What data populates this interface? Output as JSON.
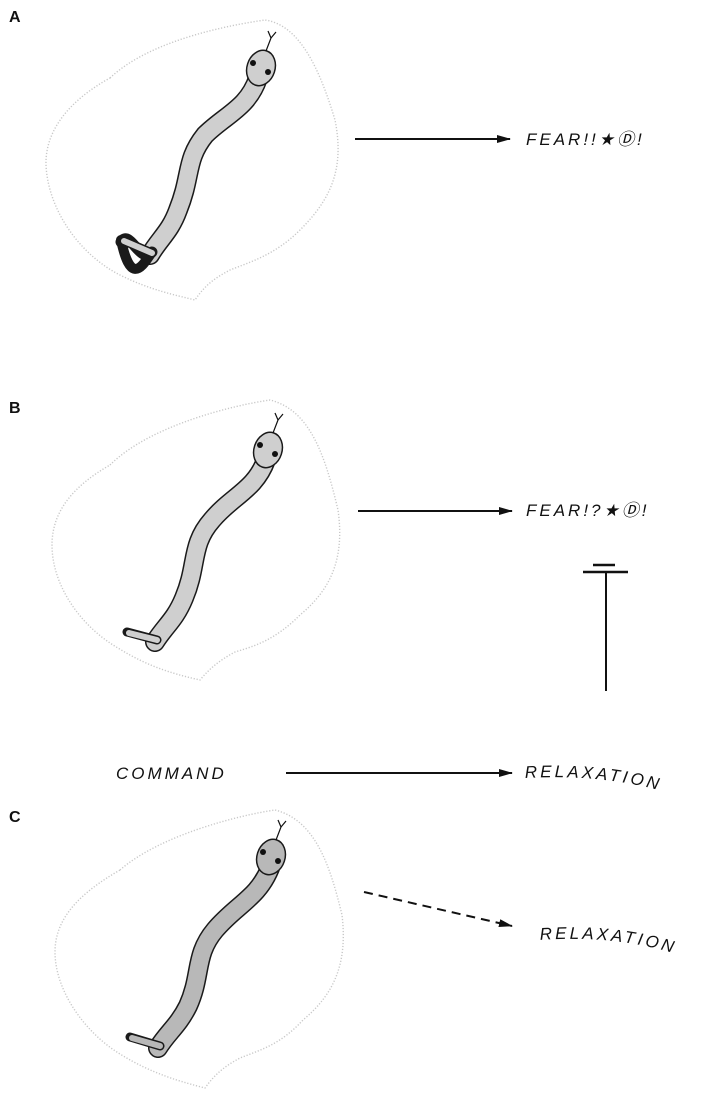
{
  "panels": [
    {
      "letter": "A",
      "stimulus": "snake",
      "response": "FEAR!!★Ⓓ!",
      "arrow_style": "solid"
    },
    {
      "letter": "B",
      "stimulus": "snake",
      "response": "FEAR!?★Ⓓ!",
      "arrow_style": "solid",
      "command_label": "COMMAND",
      "relaxation_label": "RELAXATION",
      "inhibition": "relaxation inhibits fear"
    },
    {
      "letter": "C",
      "stimulus": "snake",
      "response": "RELAXATION",
      "arrow_style": "dashed"
    }
  ],
  "colors": {
    "ink": "#111111",
    "snake_fill": "#cfcfcf",
    "shadow": "#c8c8c8"
  },
  "icons": {
    "snake": "snake-icon",
    "shadow": "shadow-outline"
  }
}
